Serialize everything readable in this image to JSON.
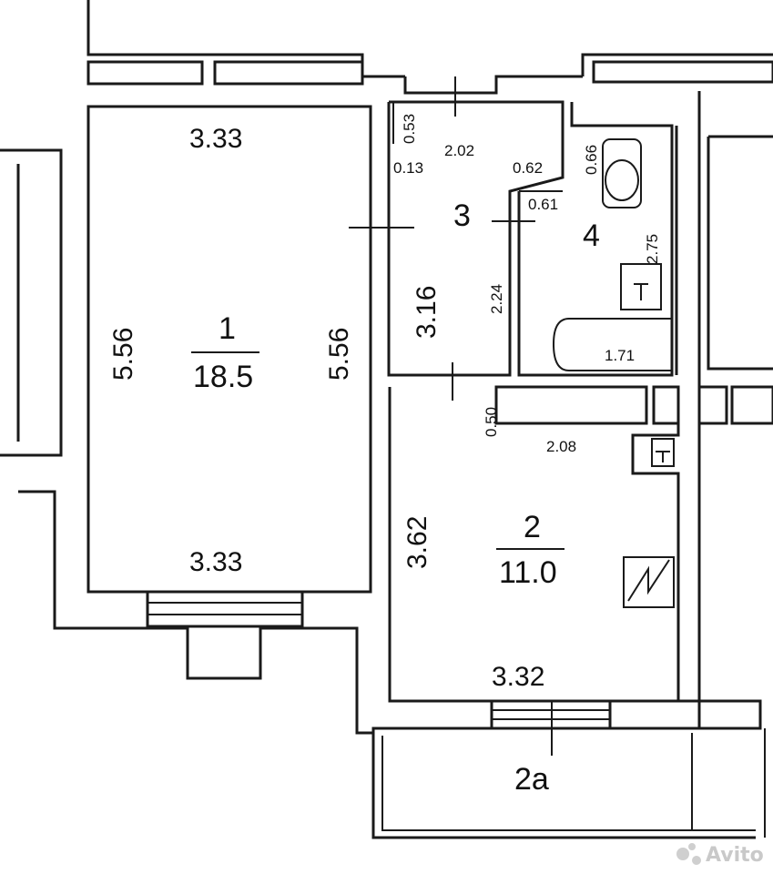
{
  "rooms": {
    "r1": {
      "number": "1",
      "area": "18.5",
      "top": "3.33",
      "bottom": "3.33",
      "left": "5.56",
      "right": "5.56"
    },
    "r2": {
      "number": "2",
      "area": "11.0",
      "left": "3.62",
      "bottom": "3.32",
      "top": "2.08",
      "notch": "0.50"
    },
    "r2a": {
      "label": "2a"
    },
    "r3": {
      "number": "3",
      "top": "2.02",
      "left": "3.16",
      "right": "2.24",
      "a": "0.53",
      "b": "0.13",
      "c": "0.62",
      "d": "0.61"
    },
    "r4": {
      "number": "4",
      "right": "2.75",
      "bath": "1.71",
      "toilet": "0.66"
    }
  },
  "watermark": "Avito"
}
